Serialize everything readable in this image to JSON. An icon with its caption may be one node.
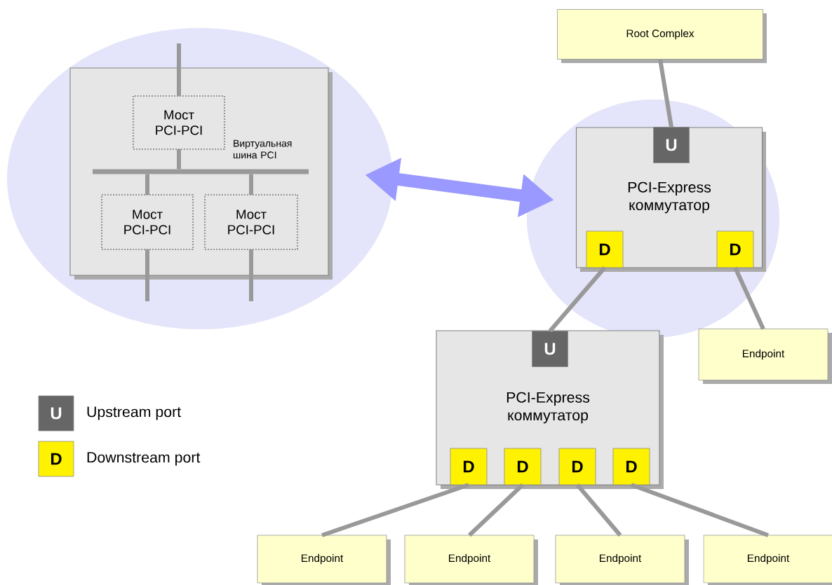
{
  "diagram": {
    "nodes": [
      {
        "text": [],
        "shape": "circle"
      },
      {
        "text": [],
        "shape": "box",
        "in": 0
      },
      {
        "text": [
          "Мост PCI-PCI"
        ],
        "in": 1
      },
      {
        "text": [],
        "shape": "bar",
        "in": 1
      },
      {
        "text": [
          "Мост PCI-PCI"
        ],
        "in": 1
      },
      {
        "text": [
          "Мост PCI-PCI"
        ],
        "in": 1
      },
      {
        "text": [
          "Root Complex"
        ]
      },
      {
        "text": [],
        "shape": "circle"
      },
      {
        "text": [
          "PCI-Express коммутатор"
        ],
        "in": 7
      },
      {
        "text": [
          "U"
        ],
        "in": 8
      },
      {
        "text": [
          "D"
        ],
        "in": 8
      },
      {
        "text": [
          "D"
        ],
        "in": 8
      },
      {
        "text": [
          "Endpoint"
        ]
      },
      {
        "text": [
          "PCI-Express коммутатор"
        ]
      },
      {
        "text": [
          "U"
        ],
        "in": 13
      },
      {
        "text": [
          "D"
        ],
        "in": 13
      },
      {
        "text": [
          "D"
        ],
        "in": 13
      },
      {
        "text": [
          "D"
        ],
        "in": 13
      },
      {
        "text": [
          "D"
        ],
        "in": 13
      },
      {
        "text": [
          "Endpoint"
        ]
      },
      {
        "text": [
          "Endpoint"
        ]
      },
      {
        "text": [
          "Endpoint"
        ]
      },
      {
        "text": [
          "Endpoint"
        ]
      },
      {
        "text": [
          "U"
        ],
        "beside": [
          "Upstream port"
        ]
      },
      {
        "text": [
          "D"
        ],
        "beside": [
          "Downstream port"
        ]
      }
    ],
    "edges": [
      {
        "from": 0,
        "to": 7,
        "arrow": "both",
        "style": "thick",
        "color": "#9999ff"
      },
      {
        "from": null,
        "to": 2,
        "arrow": "none"
      },
      {
        "from": 2,
        "to": 3,
        "arrow": "none"
      },
      {
        "from": 3,
        "to": 4,
        "arrow": "none"
      },
      {
        "from": 3,
        "to": 5,
        "arrow": "none"
      },
      {
        "from": 4,
        "to": null,
        "arrow": "none"
      },
      {
        "from": 5,
        "to": null,
        "arrow": "none"
      },
      {
        "from": 6,
        "to": 9,
        "arrow": "none"
      },
      {
        "from": 10,
        "to": 14,
        "arrow": "none"
      },
      {
        "from": 11,
        "to": 12,
        "arrow": "none"
      },
      {
        "from": 15,
        "to": 19,
        "arrow": "none"
      },
      {
        "from": 16,
        "to": 20,
        "arrow": "none"
      },
      {
        "from": 17,
        "to": 21,
        "arrow": "none"
      },
      {
        "from": 18,
        "to": 22,
        "arrow": "none"
      }
    ],
    "labels": [
      "Виртуальная шина PCI"
    ]
  }
}
